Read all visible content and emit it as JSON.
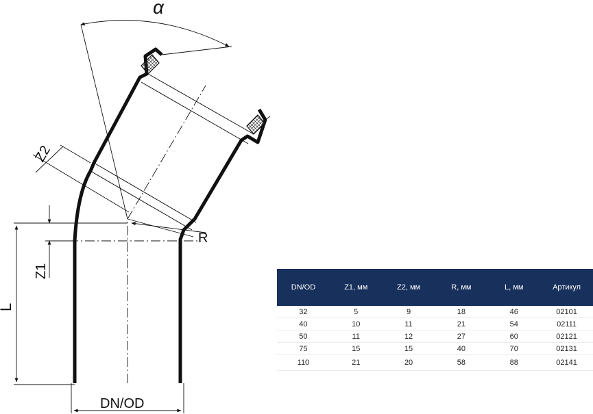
{
  "drawing": {
    "angle_symbol": "α",
    "label_z2": "Z2",
    "label_r": "R",
    "label_z1": "Z1",
    "label_l": "L",
    "label_dn_od": "DN/OD"
  },
  "table": {
    "headers": [
      "DN/OD",
      "Z1, мм",
      "Z2, мм",
      "R, мм",
      "L, мм",
      "Артикул"
    ],
    "rows": [
      [
        "32",
        "5",
        "9",
        "18",
        "46",
        "02101"
      ],
      [
        "40",
        "10",
        "11",
        "21",
        "54",
        "02111"
      ],
      [
        "50",
        "11",
        "12",
        "27",
        "60",
        "02121"
      ],
      [
        "75",
        "15",
        "15",
        "40",
        "70",
        "02131"
      ],
      [
        "110",
        "21",
        "20",
        "58",
        "88",
        "02141"
      ]
    ]
  },
  "colors": {
    "header_bg": "#17305c",
    "header_text": "#ffffff",
    "line": "#111111"
  }
}
